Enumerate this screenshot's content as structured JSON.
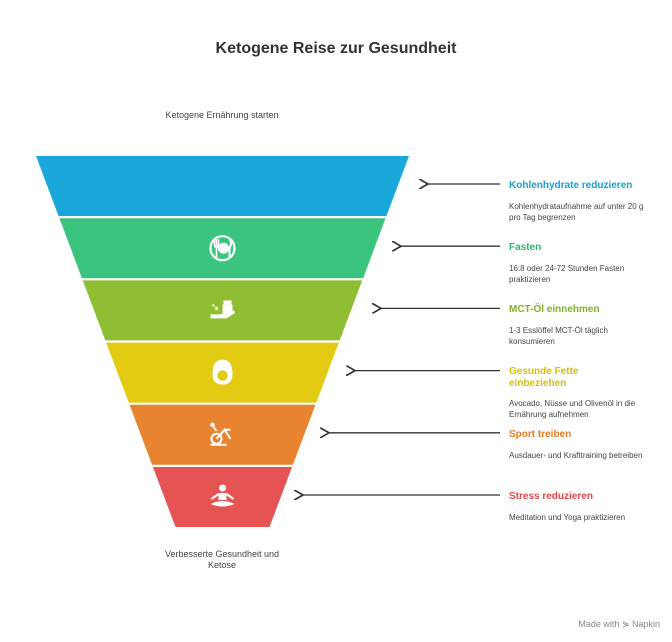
{
  "title": "Ketogene Reise zur Gesundheit",
  "top_caption": "Ketogene Ernährung starten",
  "bottom_caption": "Verbesserte Gesundheit und Ketose",
  "steps": [
    {
      "title": "Kohlenhydrate reduzieren",
      "desc": "Kohlenhydrataufnahme auf unter 20 g pro Tag begrenzen",
      "color": "#1aa7d9",
      "title_color": "#1a9fd0",
      "icon": "none"
    },
    {
      "title": "Fasten",
      "desc": "16:8 oder 24-72 Stunden Fasten praktizieren",
      "color": "#3bc47e",
      "title_color": "#2fb56f",
      "icon": "plate-fork-knife-icon"
    },
    {
      "title": "MCT-Öl einnehmen",
      "desc": "1-3 Esslöffel MCT-Öl täglich konsumieren",
      "color": "#8fbe33",
      "title_color": "#82b12a",
      "icon": "oil-bottle-hand-icon"
    },
    {
      "title": "Gesunde Fette einbeziehen",
      "desc": "Avocado, Nüsse und Olivenöl in die Ernährung aufnehmen",
      "color": "#e3cb14",
      "title_color": "#d6bd08",
      "icon": "egg-icon"
    },
    {
      "title": "Sport treiben",
      "desc": "Ausdauer- und Krafttraining betreiben",
      "color": "#e88430",
      "title_color": "#e57e22",
      "icon": "exercise-bike-icon"
    },
    {
      "title": "Stress reduzieren",
      "desc": "Meditation und Yoga praktizieren",
      "color": "#e55353",
      "title_color": "#e04848",
      "icon": "meditation-icon"
    }
  ],
  "brand": "Made with ⋟ Napkin"
}
